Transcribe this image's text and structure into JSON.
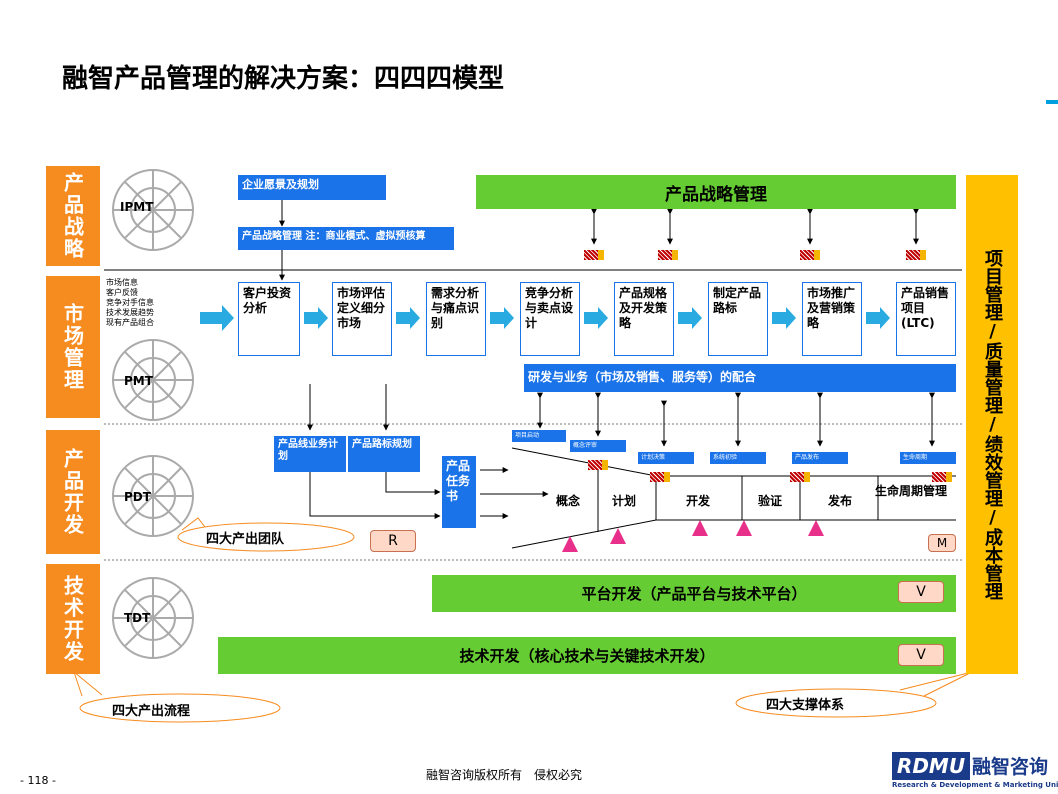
{
  "title": "融智产品管理的解决方案：四四四模型",
  "row_labels": [
    "产品战略",
    "市场管理",
    "产品开发",
    "技术开发"
  ],
  "teams": [
    "IPMT",
    "PMT",
    "PDT",
    "TDT"
  ],
  "top": {
    "vision": "企业愿景及规划",
    "strategy_mgmt": "产品战略管理 注：商业模式、虚拟预核算",
    "product_strategy": "产品战略管理"
  },
  "market_inputs": [
    "市场信息",
    "客户反馈",
    "竞争对手信息",
    "技术发展趋势",
    "现有产品组合"
  ],
  "market_steps": [
    "客户投资分析",
    "市场评估定义细分市场",
    "需求分析与痛点识别",
    "竞争分析与卖点设计",
    "产品规格及开发策略",
    "制定产品路标",
    "市场推广及营销策略",
    "产品销售项目(LTC)"
  ],
  "rnd_coordination": "研发与业务（市场及销售、服务等）的配合",
  "dev": {
    "line_plan": "产品线业务计划",
    "roadmap": "产品路标规划",
    "task": "产品任务书",
    "reviews": [
      "项目启动",
      "概念评审",
      "计划决策",
      "系统初验",
      "产品发布",
      "生命周期"
    ],
    "phases": [
      "概念",
      "计划",
      "开发",
      "验证",
      "发布",
      "生命周期管理"
    ],
    "r_label": "R",
    "m_label": "M"
  },
  "tech": {
    "platform": "平台开发（产品平台与技术平台）",
    "core": "技术开发（核心技术与关键技术开发）",
    "v_label": "V"
  },
  "support": "项目管理/质量管理/绩效管理/成本管理",
  "callouts": {
    "teams": "四大产出团队",
    "flows": "四大产出流程",
    "systems": "四大支撑体系"
  },
  "footer": {
    "page": "- 118 -",
    "copyright": "融智咨询版权所有　侵权必究",
    "logo": "RDMU",
    "logo_cn": "融智咨询",
    "logo_en": "Research & Development & Marketing Union"
  },
  "colors": {
    "orange": "#f68b1f",
    "blue": "#1a73e8",
    "green": "#66cc33",
    "yellow": "#ffc000",
    "pink": "#e8308a",
    "arrow_cyan": "#29abe2"
  }
}
